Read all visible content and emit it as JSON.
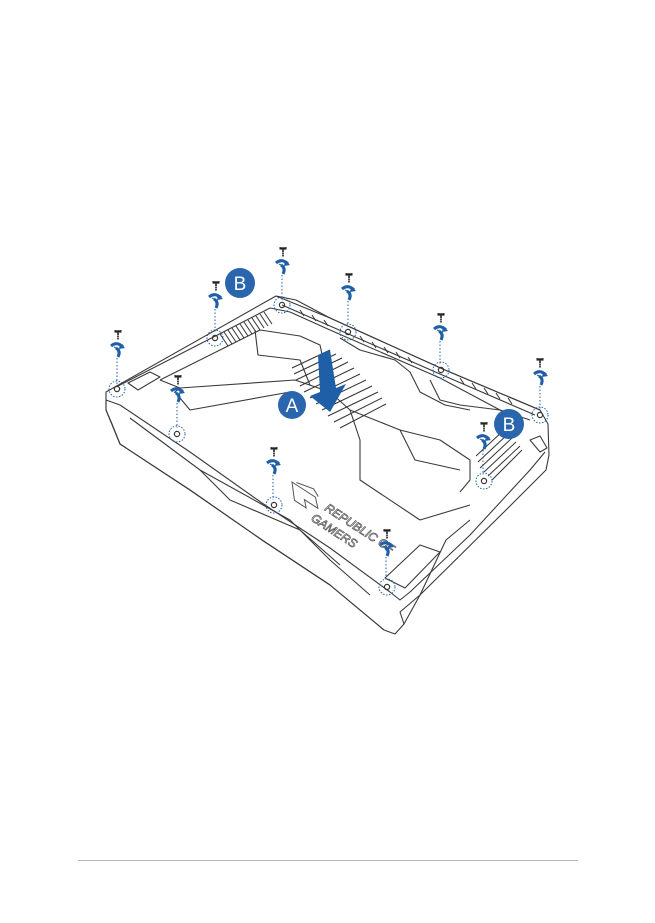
{
  "figure": {
    "label_a": "A",
    "label_b": "B",
    "logo_line1": "REPUBLIC OF",
    "logo_line2": "GAMERS"
  },
  "colors": {
    "accent": "#1f5fa8",
    "callout_fill": "#2a66ad",
    "outline": "#3a3a3a",
    "rule": "#b9b9b9"
  },
  "icons": [
    "screw-icon",
    "screwdriver-arrow-icon",
    "screw-hole-icon",
    "downward-arrow-icon"
  ]
}
